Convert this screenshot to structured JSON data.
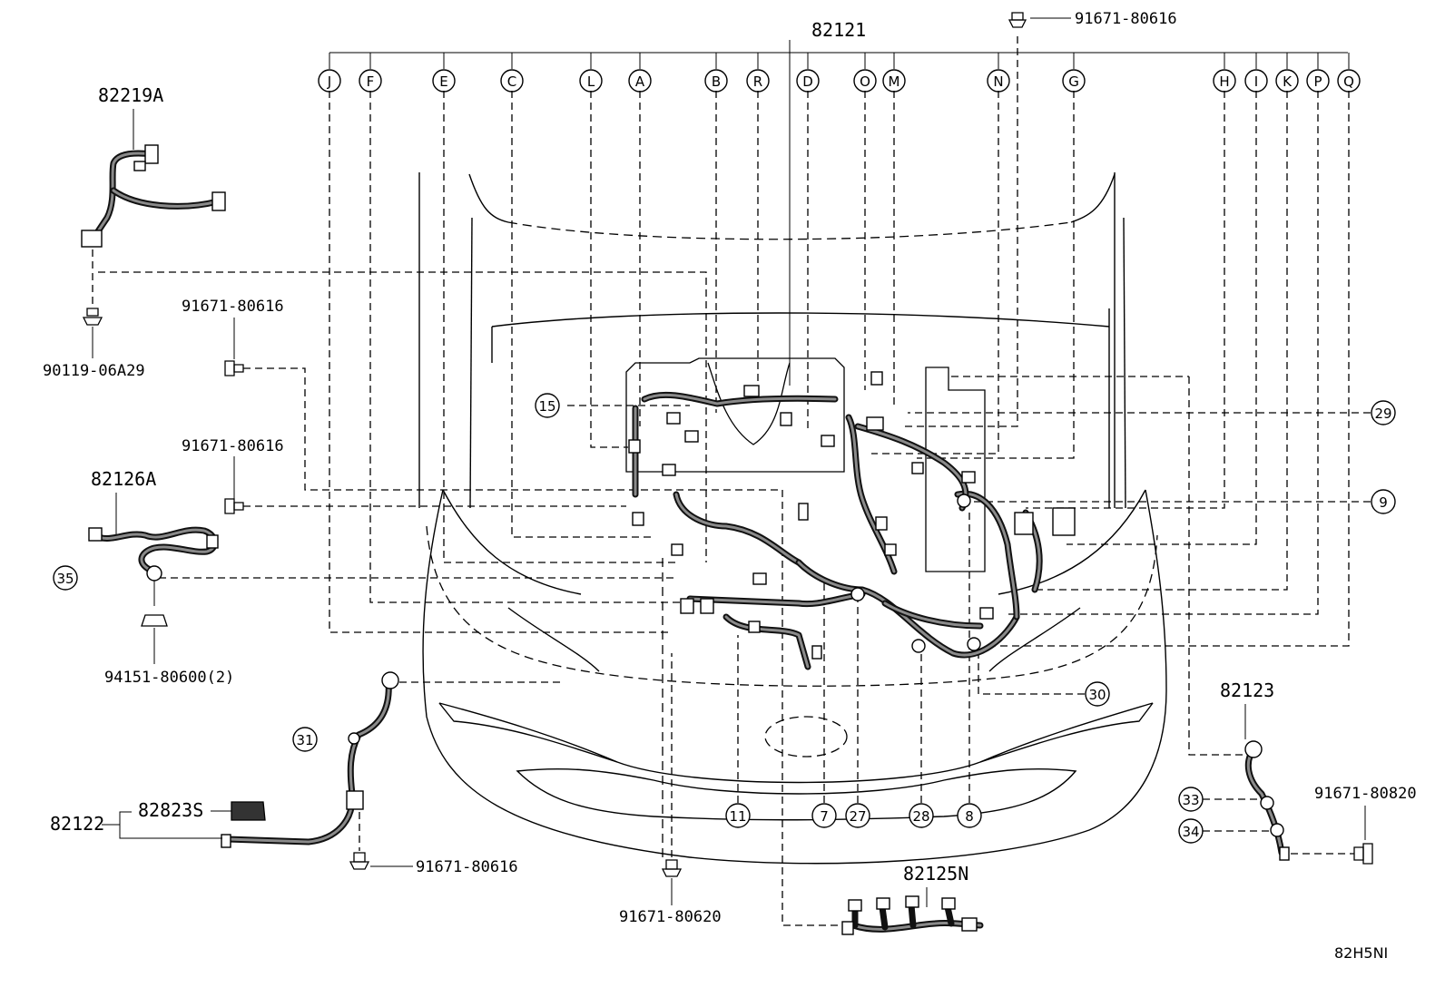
{
  "main_assembly": {
    "part_number": "82121"
  },
  "harness_letters": [
    "J",
    "F",
    "E",
    "C",
    "L",
    "A",
    "B",
    "R",
    "D",
    "O",
    "M",
    "N",
    "G",
    "H",
    "I",
    "K",
    "P",
    "Q"
  ],
  "callouts": [
    "15",
    "29",
    "9",
    "35",
    "31",
    "30",
    "11",
    "7",
    "27",
    "28",
    "8",
    "33",
    "34"
  ],
  "parts": {
    "p82219A": "82219A",
    "p90119": "90119-06A29",
    "bolt_top": "91671-80616",
    "bolt_left_1": "91671-80616",
    "bolt_left_2": "91671-80616",
    "p82126A": "82126A",
    "p94151": "94151-80600(2)",
    "p82122": "82122",
    "p82823S": "82823S",
    "bolt_lower": "91671-80616",
    "bolt_center": "91671-80620",
    "p82125N": "82125N",
    "p82123": "82123",
    "bolt_right": "91671-80820"
  },
  "diagram_code": "82H5NI"
}
